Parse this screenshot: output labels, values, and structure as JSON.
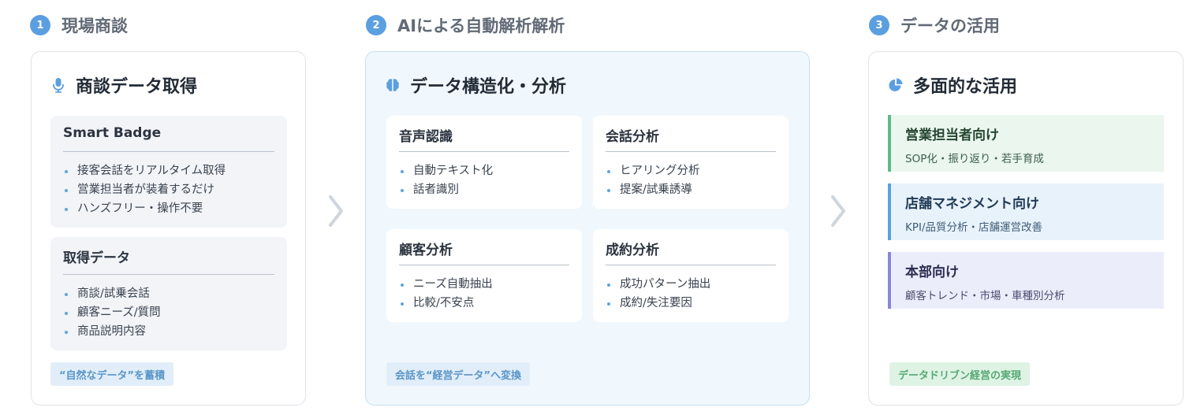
{
  "steps": [
    {
      "num": "1",
      "title": "現場商談"
    },
    {
      "num": "2",
      "title": "AIによる自動解析解析"
    },
    {
      "num": "3",
      "title": "データの活用"
    }
  ],
  "card1": {
    "icon": "microphone-icon",
    "title": "商談データ取得",
    "sections": [
      {
        "title": "Smart Badge",
        "items": [
          "接客会話をリアルタイム取得",
          "営業担当者が装着するだけ",
          "ハンズフリー・操作不要"
        ]
      },
      {
        "title": "取得データ",
        "items": [
          "商談/試乗会話",
          "顧客ニーズ/質問",
          "商品説明内容"
        ]
      }
    ],
    "tag": "“自然なデータ”を蓄積"
  },
  "card2": {
    "icon": "brain-icon",
    "title": "データ構造化・分析",
    "boxes": [
      {
        "title": "音声認識",
        "items": [
          "自動テキスト化",
          "話者識別"
        ]
      },
      {
        "title": "会話分析",
        "items": [
          "ヒアリング分析",
          "提案/試乗誘導"
        ]
      },
      {
        "title": "顧客分析",
        "items": [
          "ニーズ自動抽出",
          "比較/不安点"
        ]
      },
      {
        "title": "成約分析",
        "items": [
          "成功パターン抽出",
          "成約/失注要因"
        ]
      }
    ],
    "tag": "会話を“経営データ”へ変換"
  },
  "card3": {
    "icon": "pie-chart-icon",
    "title": "多面的な活用",
    "uses": [
      {
        "title": "営業担当者向け",
        "desc": "SOP化・振り返り・若手育成"
      },
      {
        "title": "店舗マネジメント向け",
        "desc": "KPI/品質分析・店舗運営改善"
      },
      {
        "title": "本部向け",
        "desc": "顧客トレンド・市場・車種別分析"
      }
    ],
    "tag": "データドリブン経営の実現"
  },
  "colors": {
    "accent": "#5b9fe0",
    "panel": "#f1f8fd",
    "green": "#5fb98a",
    "blue": "#5aa2dc",
    "purple": "#8a86d8"
  }
}
